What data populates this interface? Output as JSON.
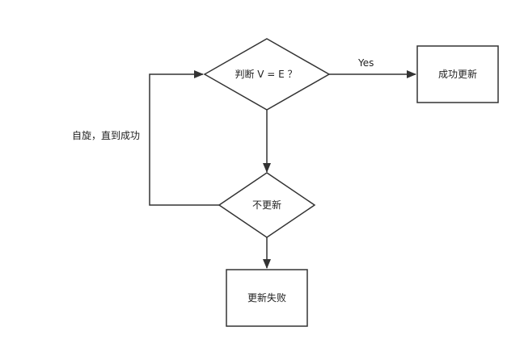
{
  "nodes": {
    "decision_check": {
      "label": "判断 V = E ？"
    },
    "success": {
      "label": "成功更新"
    },
    "decision_no_update": {
      "label": "不更新"
    },
    "fail": {
      "label": "更新失败"
    }
  },
  "edges": {
    "yes": {
      "label": "Yes"
    },
    "spin": {
      "label": "自旋，直到成功"
    }
  },
  "colors": {
    "stroke": "#333333",
    "text": "#222222",
    "background": "#ffffff"
  }
}
